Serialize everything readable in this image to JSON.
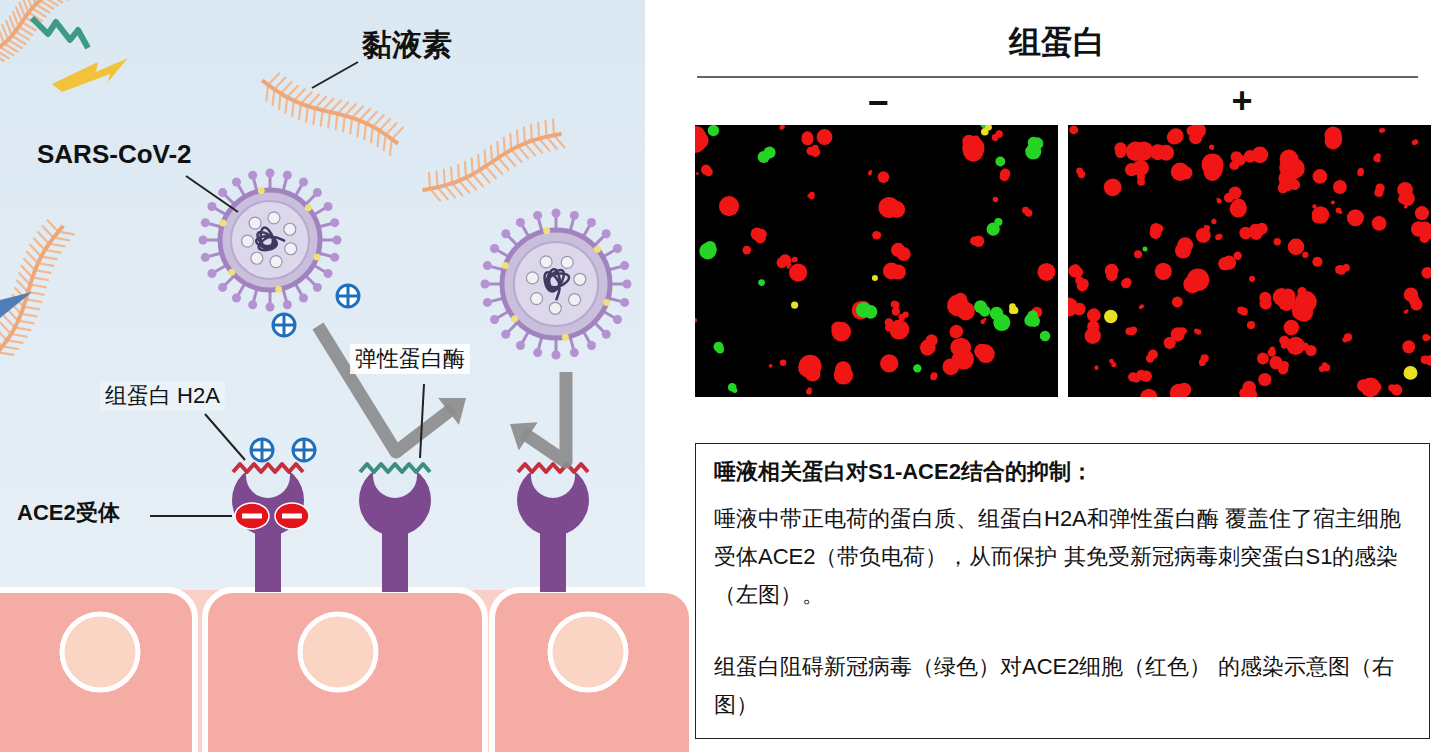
{
  "diagram": {
    "nodes": [
      {
        "text": [
          "唾液相关蛋白对S1-ACE2结合的抑制：",
          "唾液中带正电荷的蛋白质、组蛋白H2A和弹性蛋白酶 覆盖住了宿主细胞受体ACE2（带负电荷），从而保护 其免受新冠病毒刺突蛋白S1的感染（左图）。",
          "组蛋白阻碍新冠病毒（绿色）对ACE2细胞（红色） 的感染示意图（右图）"
        ]
      }
    ],
    "labels": [
      "黏液素",
      "SARS-CoV-2",
      "弹性蛋白酶",
      "组蛋白 H2A",
      "ACE2受体",
      "组蛋白",
      "−",
      "+"
    ]
  }
}
